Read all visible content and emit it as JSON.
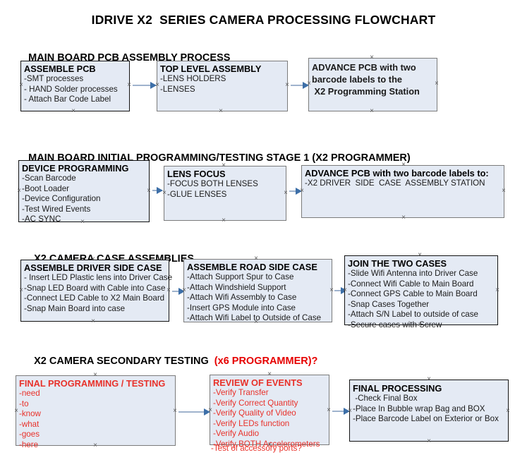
{
  "document": {
    "title": "IDRIVE X2  SERIES CAMERA PROCESSING FLOWCHART"
  },
  "colors": {
    "box_fill": "#e4eaf4",
    "box_border_black": "#121212",
    "box_border_gray": "#7b7b7b",
    "arrow_line": "#9fb3cd",
    "arrow_head": "#3d6fa8",
    "red_accent": "#e8312a",
    "text": "#000000"
  },
  "sections": [
    {
      "id": "main-board-pcb-assembly-process",
      "header": "MAIN BOARD PCB ASSEMBLY PROCESS",
      "header_accent": "",
      "boxes": [
        {
          "id": "assemble-pcb",
          "title": "ASSEMBLE PCB",
          "lines": [
            "-SMT processes",
            "- HAND Solder processes",
            "- Attach Bar Code Label"
          ]
        },
        {
          "id": "top-level-assembly",
          "title": "TOP LEVEL ASSEMBLY",
          "lines": [
            "-LENS HOLDERS",
            "-LENSES"
          ]
        },
        {
          "id": "advance-pcb-to-x2-programming-station",
          "title": "ADVANCE PCB with two",
          "lines": [
            "barcode labels to the",
            " X2 Programming Station"
          ]
        }
      ]
    },
    {
      "id": "main-board-initial-programming",
      "header": "MAIN BOARD INITIAL PROGRAMMING/TESTING STAGE 1 (X2 PROGRAMMER)",
      "header_accent": "",
      "boxes": [
        {
          "id": "device-programming",
          "title": "DEVICE PROGRAMMING",
          "lines": [
            "-Scan Barcode",
            "-Boot Loader",
            "-Device Configuration",
            "-Test Wired Events",
            "-AC SYNC"
          ]
        },
        {
          "id": "lens-focus",
          "title": "LENS FOCUS",
          "lines": [
            "-FOCUS BOTH LENSES",
            "-GLUE LENSES"
          ]
        },
        {
          "id": "advance-pcb-to-driver-side-case-station",
          "title": "ADVANCE PCB with two barcode labels to:",
          "lines": [
            "-X2 DRIVER  SIDE  CASE  ASSEMBLY STATION"
          ]
        }
      ]
    },
    {
      "id": "x2-camera-case-assemblies",
      "header": "X2 CAMERA CASE ASSEMBLIES",
      "header_accent": "",
      "boxes": [
        {
          "id": "assemble-driver-side-case",
          "title": "ASSEMBLE DRIVER SIDE CASE",
          "lines": [
            "- Insert LED Plastic lens into Driver Case",
            "-Snap LED Board with Cable into Case",
            "-Connect LED Cable to X2 Main Board",
            "-Snap Main Board into case"
          ]
        },
        {
          "id": "assemble-road-side-case",
          "title": "ASSEMBLE ROAD SIDE CASE",
          "lines": [
            "-Attach Support Spur to Case",
            "-Attach Windshield Support",
            "-Attach Wifi Assembly to Case",
            "-Insert GPS Module into Case",
            "-Attach Wifi Label to Outside of Case"
          ]
        },
        {
          "id": "join-the-two-cases",
          "title": "JOIN THE TWO CASES",
          "lines": [
            "-Slide Wifi Antenna into Driver Case",
            "-Connect Wifi Cable to Main Board",
            "-Connect GPS Cable to Main Board",
            "-Snap Cases Together",
            "-Attach S/N Label to outside of case",
            "-Secure cases with Screw"
          ]
        }
      ]
    },
    {
      "id": "x2-camera-secondary-testing",
      "header": "X2 CAMERA SECONDARY TESTING  ",
      "header_accent": "(x6 PROGRAMMER)?",
      "boxes": [
        {
          "id": "final-programming-testing",
          "title": "FINAL PROGRAMMING / TESTING",
          "lines": [
            "-need",
            "-to",
            "-know",
            "-what",
            "-goes",
            "-here"
          ]
        },
        {
          "id": "review-of-events",
          "title": "REVIEW OF EVENTS",
          "lines": [
            "-Verify Transfer",
            "-Verify Correct Quantity",
            "-Verify Quality of Video",
            "-Verify LEDs function",
            "-Verify Audio",
            "-Verify BOTH Accelerometers"
          ],
          "overflow_line": "-Test of accessory ports?"
        },
        {
          "id": "final-processing",
          "title": "FINAL PROCESSING",
          "lines": [
            " -Check Final Box",
            "-Place In Bubble wrap Bag and BOX",
            "-Place Barcode Label on Exterior or Box"
          ]
        }
      ]
    }
  ]
}
